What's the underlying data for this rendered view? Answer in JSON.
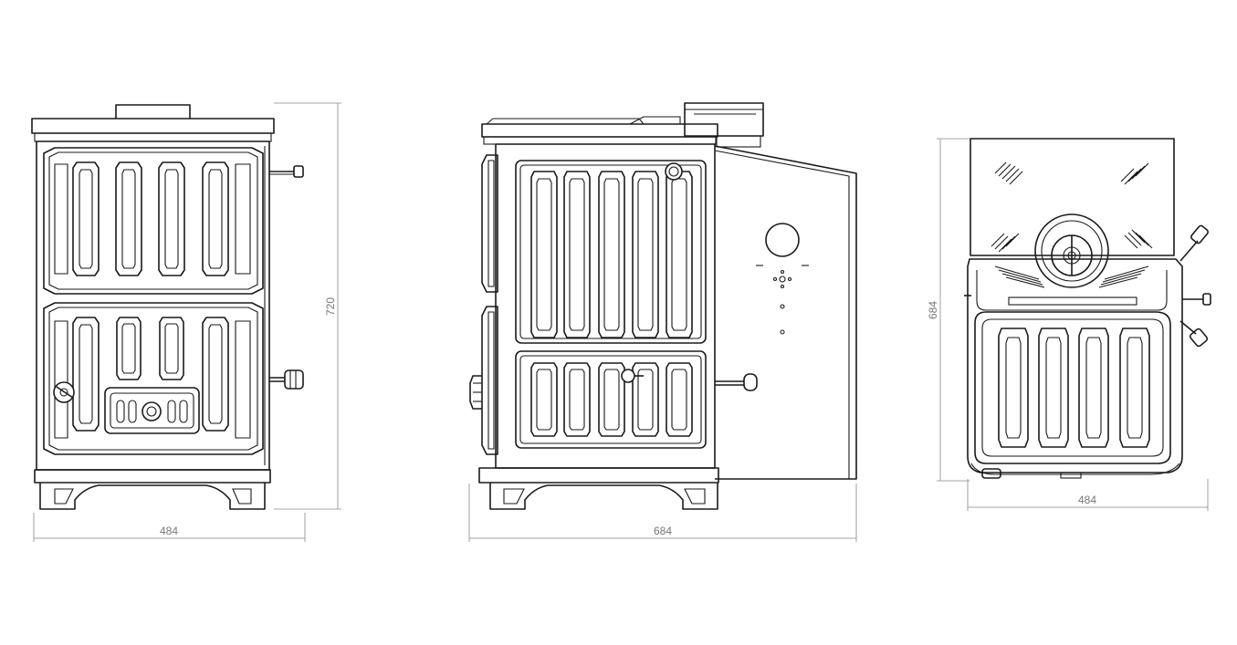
{
  "dimensions": {
    "front_width": "484",
    "front_height": "720",
    "side_depth": "684",
    "top_depth": "684",
    "top_width": "484"
  }
}
